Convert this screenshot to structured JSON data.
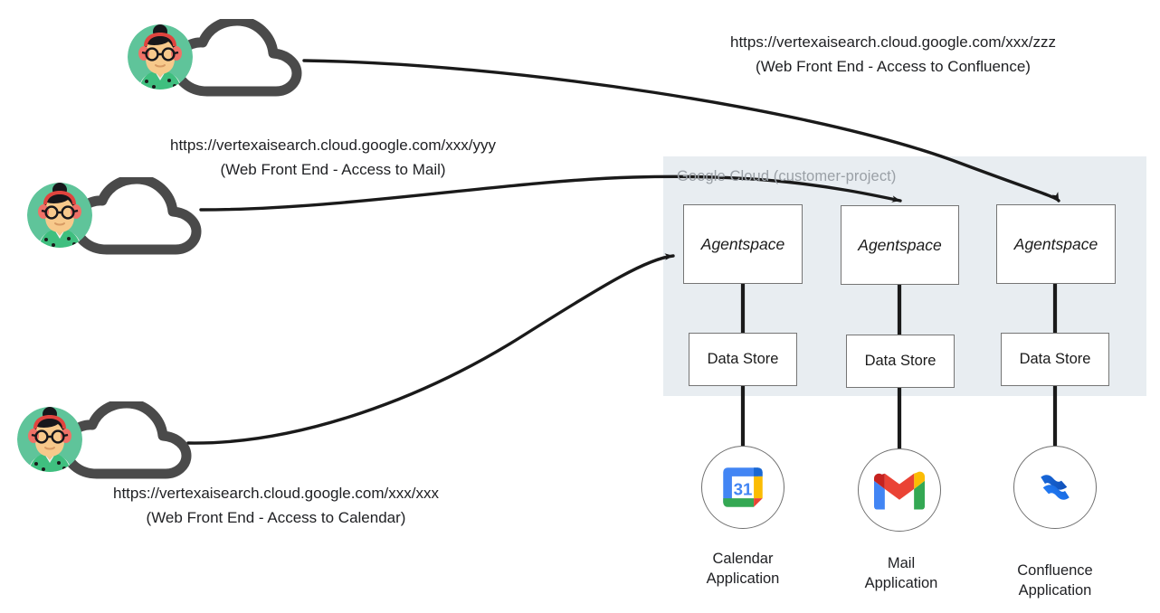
{
  "diagram": {
    "title": "Agentspace access architecture",
    "background_color": "#ffffff",
    "panel": {
      "label": "Google Cloud (customer-project)",
      "fill_color": "#e8edf1",
      "label_color": "#9aa0a6"
    },
    "connector_color": "#1a1a1a",
    "node_border_color": "#757575"
  },
  "users": [
    {
      "id": "user-confluence",
      "icon": "user-avatar-cloud-icon",
      "endpoint_url": "https://vertexaisearch.cloud.google.com/xxx/zzz",
      "endpoint_caption": "(Web Front End - Access to Confluence)"
    },
    {
      "id": "user-mail",
      "icon": "user-avatar-cloud-icon",
      "endpoint_url": "https://vertexaisearch.cloud.google.com/xxx/yyy",
      "endpoint_caption": "(Web Front End - Access to Mail)"
    },
    {
      "id": "user-calendar",
      "icon": "user-avatar-cloud-icon",
      "endpoint_url": "https://vertexaisearch.cloud.google.com/xxx/xxx",
      "endpoint_caption": "(Web Front End - Access to Calendar)"
    }
  ],
  "columns": [
    {
      "id": "calendar",
      "agentspace_label": "Agentspace",
      "datastore_label": "Data Store",
      "app_icon": "google-calendar-icon",
      "app_icon_text": "31",
      "app_label": "Calendar\nApplication",
      "app_label_line1": "Calendar",
      "app_label_line2": "Application"
    },
    {
      "id": "mail",
      "agentspace_label": "Agentspace",
      "datastore_label": "Data Store",
      "app_icon": "gmail-icon",
      "app_label_line1": "Mail",
      "app_label_line2": "Application"
    },
    {
      "id": "confluence",
      "agentspace_label": "Agentspace",
      "datastore_label": "Data Store",
      "app_icon": "confluence-icon",
      "app_label_line1": "Confluence",
      "app_label_line2": "Application"
    }
  ],
  "colors": {
    "calendar_blue": "#4285F4",
    "calendar_yellow": "#FBBC04",
    "calendar_green": "#34A853",
    "calendar_red": "#EA4335",
    "calendar_dark_blue": "#1967D2",
    "gmail_red": "#EA4335",
    "gmail_dark_red": "#C5221F",
    "gmail_blue": "#4285F4",
    "gmail_yellow": "#FBBC04",
    "gmail_green": "#34A853",
    "confluence_blue": "#1868DB",
    "confluence_light_blue": "#2681FF",
    "avatar_bg_green": "#5FC49A",
    "cloud_gray": "#4a4a4a"
  }
}
